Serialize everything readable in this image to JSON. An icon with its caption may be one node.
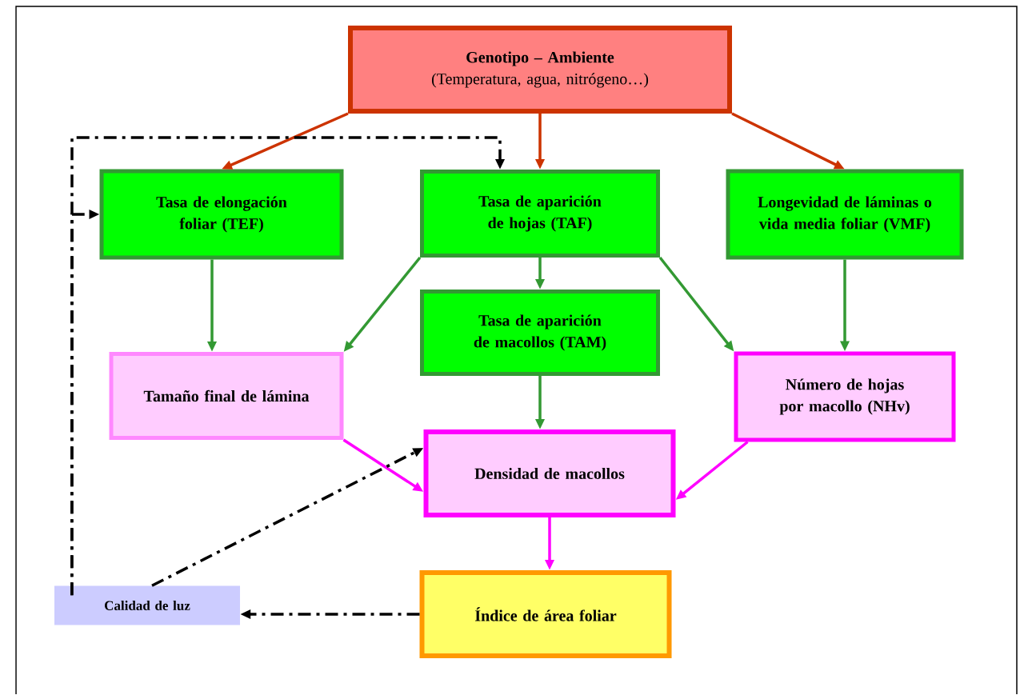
{
  "diagram": {
    "nodes": [
      {
        "text": [
          "Genotipo – Ambiente",
          "(Temperatura, agua, nitrógeno…)"
        ]
      },
      {
        "text": [
          "Tasa de elongación foliar (TEF)"
        ]
      },
      {
        "text": [
          "Tasa de aparición de hojas (TAF)"
        ]
      },
      {
        "text": [
          "Longevidad de láminas o vida media foliar (VMF)"
        ]
      },
      {
        "text": [
          "Tasa de aparición de macollos (TAM)"
        ]
      },
      {
        "text": [
          "Tamaño final de lámina"
        ]
      },
      {
        "text": [
          "Número de hojas por macollo (NHv)"
        ]
      },
      {
        "text": [
          "Densidad de macollos"
        ]
      },
      {
        "text": [
          "Calidad de luz"
        ]
      },
      {
        "text": [
          "Índice de área foliar"
        ]
      }
    ],
    "edges": [
      {
        "from": 0,
        "to": 1,
        "arrow": "to",
        "color": "#cc3300"
      },
      {
        "from": 0,
        "to": 2,
        "arrow": "to",
        "color": "#cc3300"
      },
      {
        "from": 0,
        "to": 3,
        "arrow": "to",
        "color": "#cc3300"
      },
      {
        "from": 1,
        "to": 5,
        "arrow": "to"
      },
      {
        "from": 2,
        "to": 5,
        "arrow": "to"
      },
      {
        "from": 2,
        "to": 4,
        "arrow": "to"
      },
      {
        "from": 2,
        "to": 6,
        "arrow": "to"
      },
      {
        "from": 3,
        "to": 6,
        "arrow": "to"
      },
      {
        "from": 4,
        "to": 7,
        "arrow": "to"
      },
      {
        "from": 5,
        "to": 7,
        "arrow": "to",
        "color": "#ff00ff"
      },
      {
        "from": 6,
        "to": 7,
        "arrow": "to",
        "color": "#ff00ff"
      },
      {
        "from": 7,
        "to": 9,
        "arrow": "to",
        "color": "#ff00ff"
      },
      {
        "from": 9,
        "to": 8,
        "arrow": "to",
        "style": "dashed",
        "color": "#000000"
      },
      {
        "from": 8,
        "to": 7,
        "arrow": "to",
        "style": "dashed",
        "color": "#000000"
      },
      {
        "from": 8,
        "to": 1,
        "arrow": "to",
        "style": "dashed",
        "color": "#000000"
      },
      {
        "from": 8,
        "to": 2,
        "arrow": "to",
        "style": "dashed",
        "color": "#000000"
      }
    ]
  }
}
